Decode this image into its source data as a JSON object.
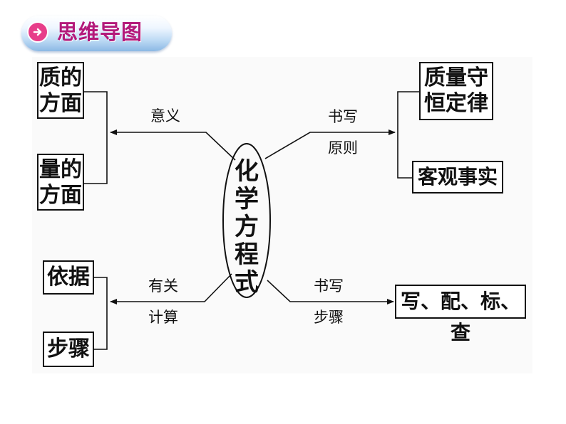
{
  "header": {
    "title": "思维导图",
    "icon": "circle-arrow-icon"
  },
  "center": {
    "chars": [
      "化",
      "学",
      "方",
      "程",
      "式"
    ]
  },
  "branches": {
    "top_left": {
      "label": "意义",
      "items": [
        {
          "line1": "质的",
          "line2": "方面"
        },
        {
          "line1": "量的",
          "line2": "方面"
        }
      ]
    },
    "top_right": {
      "label_line1": "书写",
      "label_line2": "原则",
      "items": [
        {
          "line1": "质量守",
          "line2": "恒定律"
        },
        {
          "text": "客观事实"
        }
      ]
    },
    "bottom_left": {
      "label_line1": "有关",
      "label_line2": "计算",
      "items": [
        {
          "text": "依据"
        },
        {
          "text": "步骤"
        }
      ]
    },
    "bottom_right": {
      "label_line1": "书写",
      "label_line2": "步骤",
      "item": "写、配、标、查"
    }
  },
  "colors": {
    "badge_text": "#b3197a",
    "badge_circle": "#e73d8a",
    "line": "#111111"
  }
}
